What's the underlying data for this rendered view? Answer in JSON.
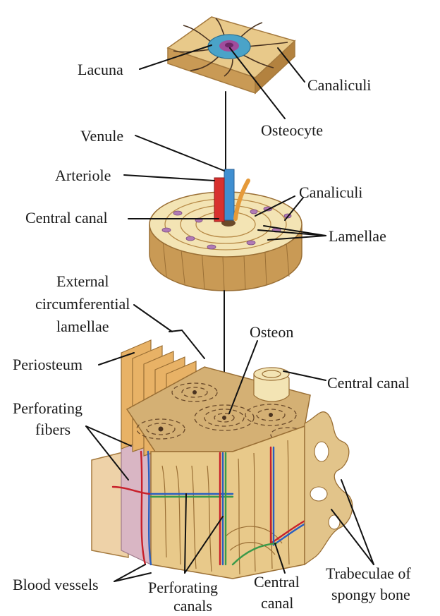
{
  "labels": {
    "lacuna": "Lacuna",
    "canaliculi_top": "Canaliculi",
    "osteocyte": "Osteocyte",
    "venule": "Venule",
    "arteriole": "Arteriole",
    "canaliculi_mid": "Canaliculi",
    "central_canal_mid": "Central canal",
    "lamellae": "Lamellae",
    "ext_circ_line1": "External",
    "ext_circ_line2": "circumferential",
    "ext_circ_line3": "lamellae",
    "osteon": "Osteon",
    "periosteum": "Periosteum",
    "central_canal_right": "Central canal",
    "perforating_fibers_line1": "Perforating",
    "perforating_fibers_line2": "fibers",
    "blood_vessels": "Blood vessels",
    "perforating_canals_line1": "Perforating",
    "perforating_canals_line2": "canals",
    "central_canal_bottom_line1": "Central",
    "central_canal_bottom_line2": "canal",
    "trabeculae_line1": "Trabeculae of",
    "trabeculae_line2": "spongy bone"
  },
  "colors": {
    "bone": "#e8c98a",
    "bone_dark": "#c99a55",
    "bone_light": "#f3e4b4",
    "lacuna_blue": "#4aa3c8",
    "osteocyte_purple": "#a04d9c",
    "arteriole_red": "#d8312f",
    "venule_blue": "#3f8fd1",
    "nerve_orange": "#e59a3a",
    "periosteum_pink": "#d9b6c4",
    "vessel_red": "#c8202a",
    "vessel_blue": "#2a5fc0",
    "vessel_green": "#3a9a4a",
    "spongy": "#e2c48a"
  }
}
